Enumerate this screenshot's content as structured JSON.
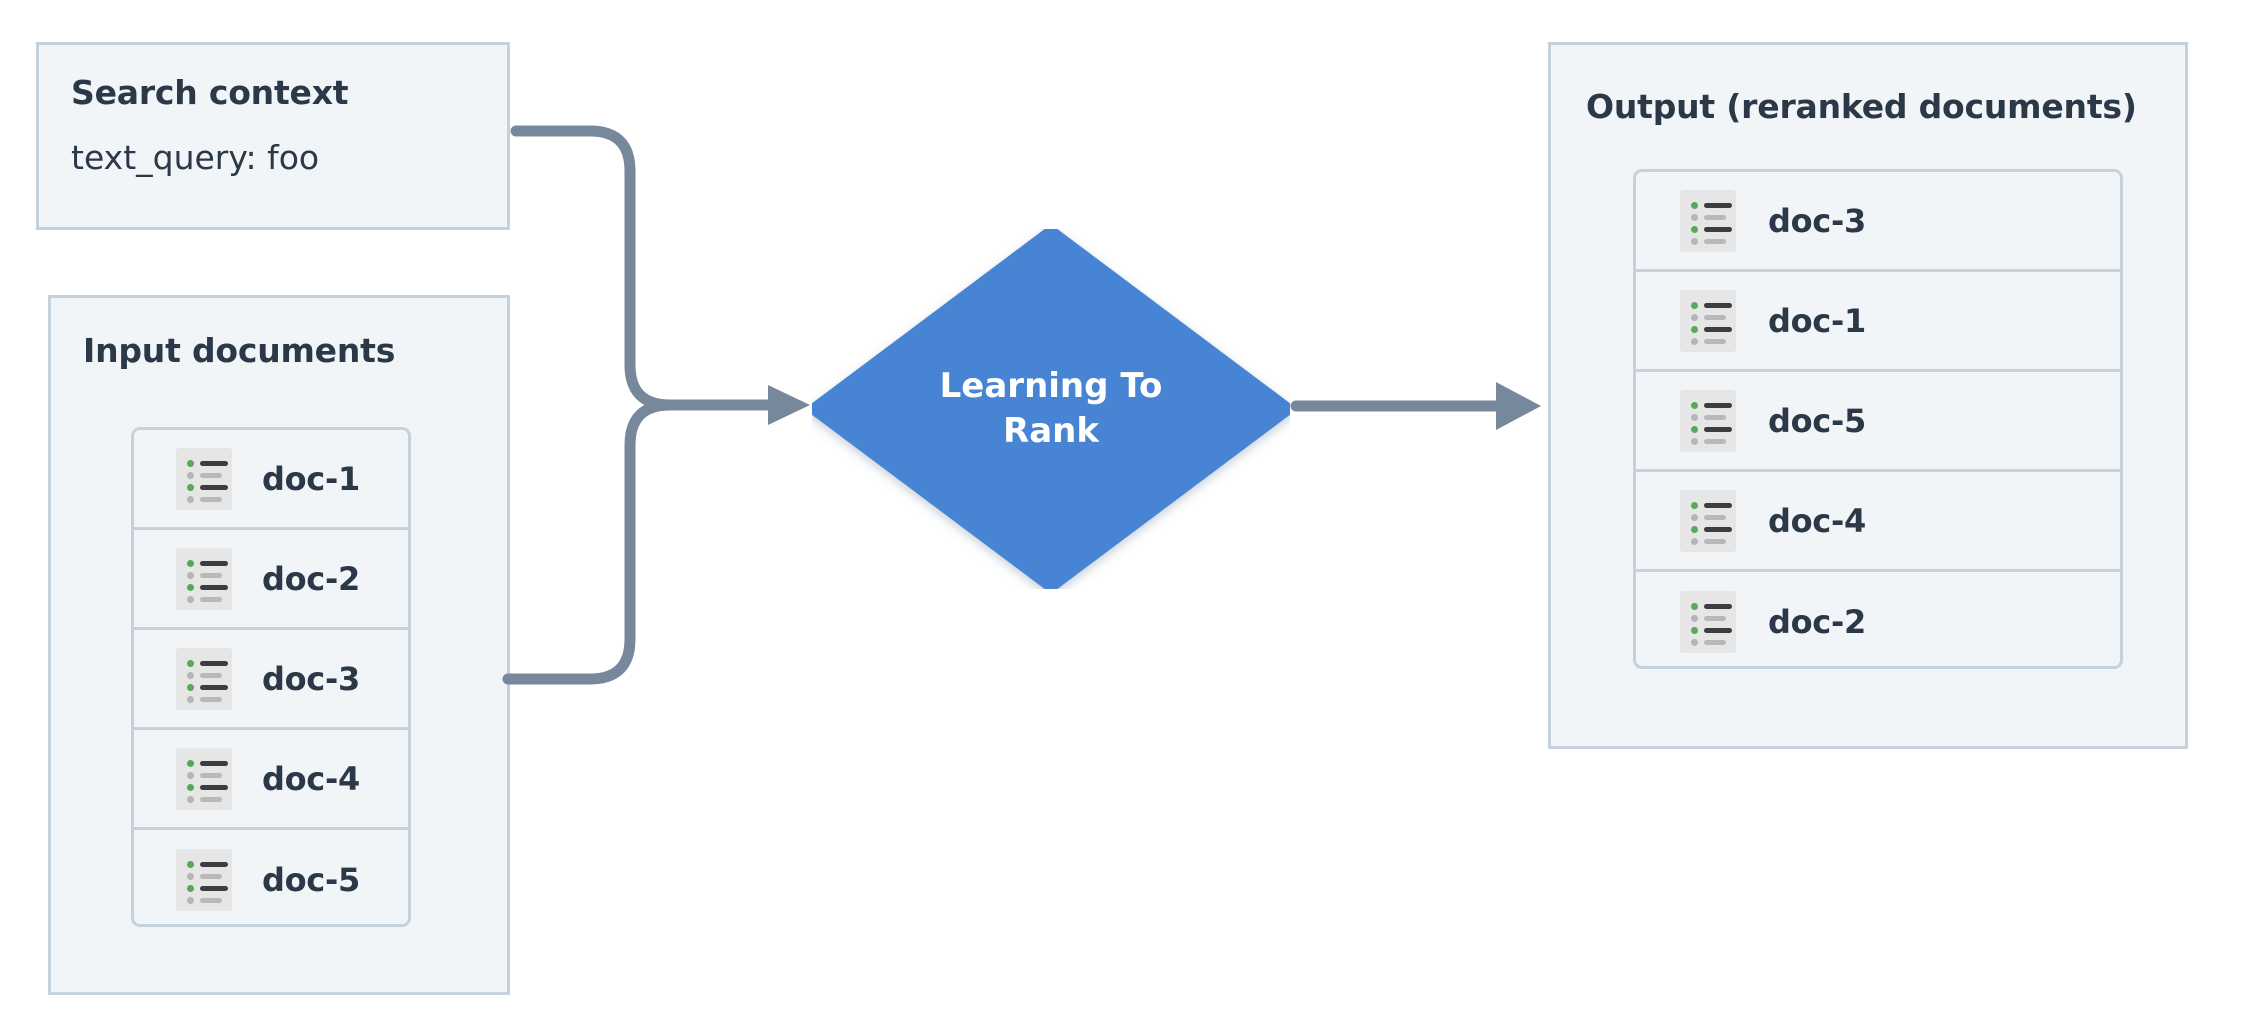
{
  "diagram": {
    "title": "Learning To Rank reranking flow",
    "background": "#ffffff",
    "colors": {
      "panel_fill": "#f2f5f7",
      "panel_border": "#c5d2dd",
      "text": "#2b3847",
      "node_blue": "#4785d4",
      "node_text": "#ffffff",
      "arrow": "#78889c",
      "icon_bg": "#e6e6e6",
      "icon_dot_green": "#5aa75a",
      "icon_dot_gray": "#b5b5b5",
      "icon_bar_dark": "#3d3d3d",
      "icon_bar_gray": "#b9b9b9"
    }
  },
  "search_context": {
    "title": "Search context",
    "query_line": "text_query: foo"
  },
  "input_documents": {
    "title": "Input documents",
    "docs": [
      {
        "label": "doc-1",
        "icon": "document-list-icon"
      },
      {
        "label": "doc-2",
        "icon": "document-list-icon"
      },
      {
        "label": "doc-3",
        "icon": "document-list-icon"
      },
      {
        "label": "doc-4",
        "icon": "document-list-icon"
      },
      {
        "label": "doc-5",
        "icon": "document-list-icon"
      }
    ]
  },
  "ltr_node": {
    "line1": "Learning To",
    "line2": "Rank",
    "shape": "diamond"
  },
  "output_documents": {
    "title": "Output (reranked documents)",
    "docs": [
      {
        "label": "doc-3",
        "icon": "document-list-icon"
      },
      {
        "label": "doc-1",
        "icon": "document-list-icon"
      },
      {
        "label": "doc-5",
        "icon": "document-list-icon"
      },
      {
        "label": "doc-4",
        "icon": "document-list-icon"
      },
      {
        "label": "doc-2",
        "icon": "document-list-icon"
      }
    ]
  },
  "connectors": [
    {
      "name": "search-context-to-ltr",
      "from": "Search context",
      "to": "Learning To Rank",
      "arrowhead": true
    },
    {
      "name": "input-documents-to-ltr",
      "from": "Input documents",
      "to": "Learning To Rank",
      "arrowhead": true
    },
    {
      "name": "ltr-to-output",
      "from": "Learning To Rank",
      "to": "Output (reranked documents)",
      "arrowhead": true
    }
  ]
}
